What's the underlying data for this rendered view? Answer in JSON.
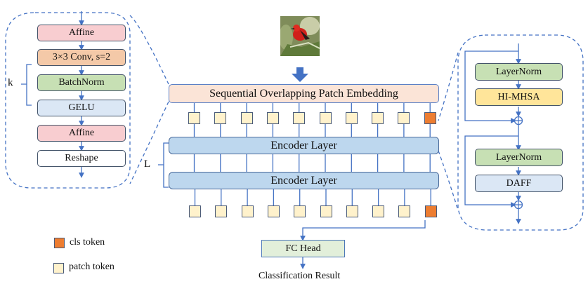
{
  "input_image": {
    "alt": "red bird photo (input image)"
  },
  "patch_embedding": {
    "title": "Sequential Overlapping Patch Embedding",
    "blocks": [
      "Affine",
      "3×3 Conv, s=2",
      "BatchNorm",
      "GELU",
      "Affine",
      "Reshape"
    ],
    "repeat_label": "k"
  },
  "encoder": {
    "layers": [
      "Encoder Layer",
      "Encoder Layer"
    ],
    "repeat_label": "L",
    "blocks": [
      "LayerNorm",
      "HI-MHSA",
      "LayerNorm",
      "DAFF"
    ]
  },
  "tokens": {
    "patch_count": 9,
    "cls_count": 1
  },
  "head": {
    "label": "FC Head",
    "output": "Classification Result"
  },
  "legend": [
    {
      "label": "cls token",
      "color": "#ed7d31"
    },
    {
      "label": "patch token",
      "color": "#fff2cc"
    }
  ],
  "colors": {
    "line": "#4472c4",
    "affine": "#f8cdd0",
    "conv": "#f4c9a8",
    "norm": "#c7e0b4",
    "gelu": "#dbe7f5",
    "attention": "#ffe59a",
    "encoder": "#bdd7ee",
    "embedding": "#fbe4d7",
    "cls": "#ed7d31",
    "patch": "#fff2cc"
  }
}
